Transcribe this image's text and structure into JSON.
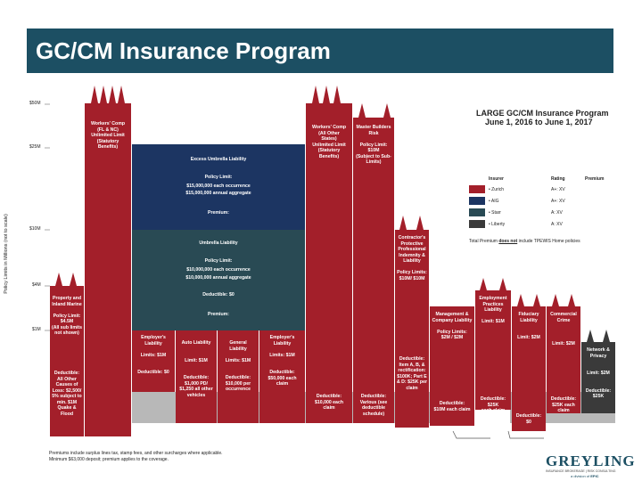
{
  "slide": {
    "title": "GC/CM Insurance Program",
    "colors": {
      "header": "#1c4f63",
      "zurich": "#a31f2a",
      "aig": "#1c3562",
      "starr": "#294a54",
      "liberty": "#3a3a3a",
      "deductible": "#b8b8b8"
    }
  },
  "axis": {
    "y_label": "Policy Limits in Millions (not to scale)",
    "ticks": [
      "$50M",
      "$25M",
      "$10M",
      "$4M",
      "$1M"
    ]
  },
  "legend": {
    "title": "LARGE GC/CM Insurance Program",
    "subtitle": "June 1, 2016 to June 1, 2017",
    "headers": {
      "insurer": "Insurer",
      "rating": "Rating",
      "premium": "Premium"
    },
    "rows": [
      {
        "insurer": "• Zurich",
        "rating": "A+: XV",
        "icon": "square-swatch"
      },
      {
        "insurer": "• AIG",
        "rating": "A+: XV",
        "icon": "square-swatch"
      },
      {
        "insurer": "• Starr",
        "rating": "A: XV",
        "icon": "square-swatch"
      },
      {
        "insurer": "• Liberty",
        "rating": "A: XV",
        "icon": "square-swatch"
      }
    ],
    "note_prefix": "Total Premium ",
    "note_underlined": "does not",
    "note_suffix": " include TPEWIS Home policies"
  },
  "blocks": {
    "workers_comp_left": "Workers' Comp\n(FL & NC)\nUnlimited Limit\n(Statutory\nBenefits)",
    "excess_umbrella": "Excess Umbrella Liability",
    "excess_policy_limit": "Policy Limit:",
    "excess_occurrence": "$15,000,000 each occurrence",
    "excess_aggregate": "$15,000,000 annual aggregate",
    "excess_premium": "Premium:",
    "umbrella": "Umbrella Liability",
    "umbrella_policy_limit": "Policy Limit:",
    "umbrella_occurrence": "$10,000,000 each occurrence",
    "umbrella_aggregate": "$10,000,000 annual aggregate",
    "umbrella_deductible": "Deductible: $0",
    "umbrella_premium": "Premium:",
    "workers_comp_mid": "Workers' Comp\n(All Other\nStates)\nUnlimited Limit\n(Statutory\nBenefits)",
    "builders_risk": "Master Builders\nRisk\n\nPolicy Limit:\n$10M\n(Subject to Sub-\nLimits)",
    "contractors_pollution": "Contractor's\nProtective\nProfessional\nIndemnity &\nLiability\n\nPolicy Limits:\n$10M/ $10M",
    "property": "Property and\nInland Marine\n\nPolicy Limit:\n$4.5M\n(All sub limits\nnot shown)",
    "property_deductible": "Deductible:\nAll Other\nCauses of\nLoss: $2,500/\n5% subject to\nmin. $1M\nQuake &\nFlood",
    "employers_liability": "Employer's\nLiability\n\nLimits: $1M\n\n\nDeductible: $0",
    "auto_liability": "Auto Liability\n\n\nLimit: $1M\n\n\nDeductible:\n$1,000 PD/\n$1,250 all other\nvehicles",
    "general_liability": "General\nLiability\n\nLimits: $1M\n\n\nDeductible:\n$10,000 per\noccurrence",
    "employers_liability_2": "Employer's\nLiability\n\nLimits: $1M\n\n\nDeductible:\n$50,000 each\nclaim",
    "wc_deductible": "Deductible:\n$10,000 each\nclaim",
    "builders_deductible": "Deductible:\nVarious (see\ndeductible\nschedule)",
    "contractors_deductible": "Deductible:\nItem A, B, &\nrectification:\n$100K; Part E\n& D: $25K per\nclaim",
    "contractors_deductible_2": "Deductible:\n$10M each claim",
    "management": "Management &\nCompany Liability\n\nPolicy Limits:\n$2M / $2M",
    "employment_practices": "Employment\nPractices Liability\n\nLimit: $1M",
    "employment_deductible": "Deductible: $25K\neach claim",
    "fiduciary": "Fiduciary\nLiability\n\n\nLimit: $2M",
    "fiduciary_deductible": "Deductible:\n$0",
    "commercial_crime": "Commercial\nCrime\n\n\n\nLimit: $2M",
    "crime_deductible": "Deductible:\n$25K each claim",
    "network_privacy": "Network &\nPrivacy\n\n\nLimit: $2M\n\n\nDeductible:\n$25K"
  },
  "footnote": "Premiums include surplus lines tax, stamp fees, and other surcharges where applicable.\nMinimum $63,000 deposit; premium applies to the coverage.",
  "logo": {
    "name": "GREYLING",
    "tagline": "INSURANCE BROKERAGE | RISK CONSULTING",
    "sub": "a division of ",
    "sub_brand": "EPIC"
  }
}
